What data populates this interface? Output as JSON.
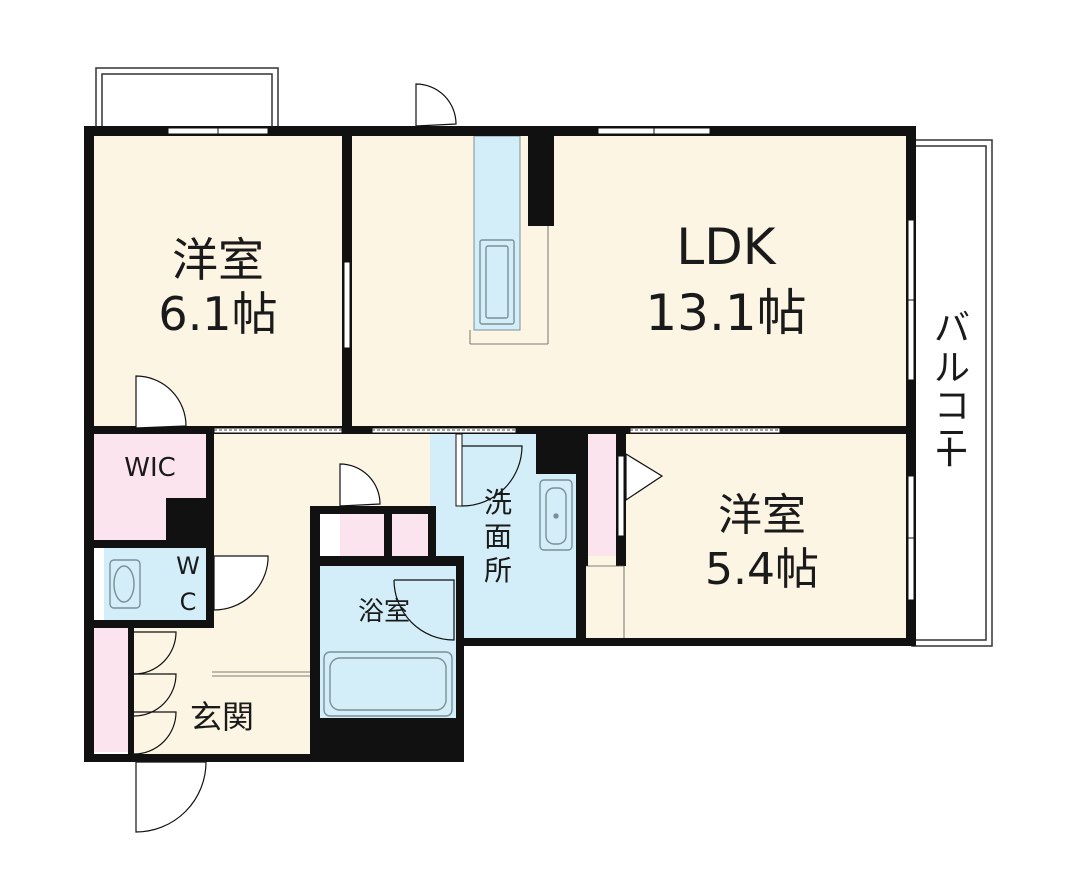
{
  "rooms": {
    "western_room_1": {
      "name": "洋室",
      "size": "6.1帖"
    },
    "ldk": {
      "name": "LDK",
      "size": "13.1帖"
    },
    "western_room_2": {
      "name": "洋室",
      "size": "5.4帖"
    },
    "wic": {
      "name": "WIC"
    },
    "wc": {
      "line1": "W",
      "line2": "C"
    },
    "washroom": {
      "chars": [
        "洗",
        "面",
        "所"
      ]
    },
    "bathroom": {
      "name": "浴室"
    },
    "entrance": {
      "name": "玄関"
    },
    "balcony": {
      "chars": [
        "バ",
        "ル",
        "コ",
        "ニ",
        "ー"
      ]
    }
  },
  "colors": {
    "floor": "#fdf5e4",
    "wet_area": "#d3eef8",
    "storage": "#fbe4ee",
    "wall": "#111111",
    "fixture_outline": "#7a8f96"
  }
}
